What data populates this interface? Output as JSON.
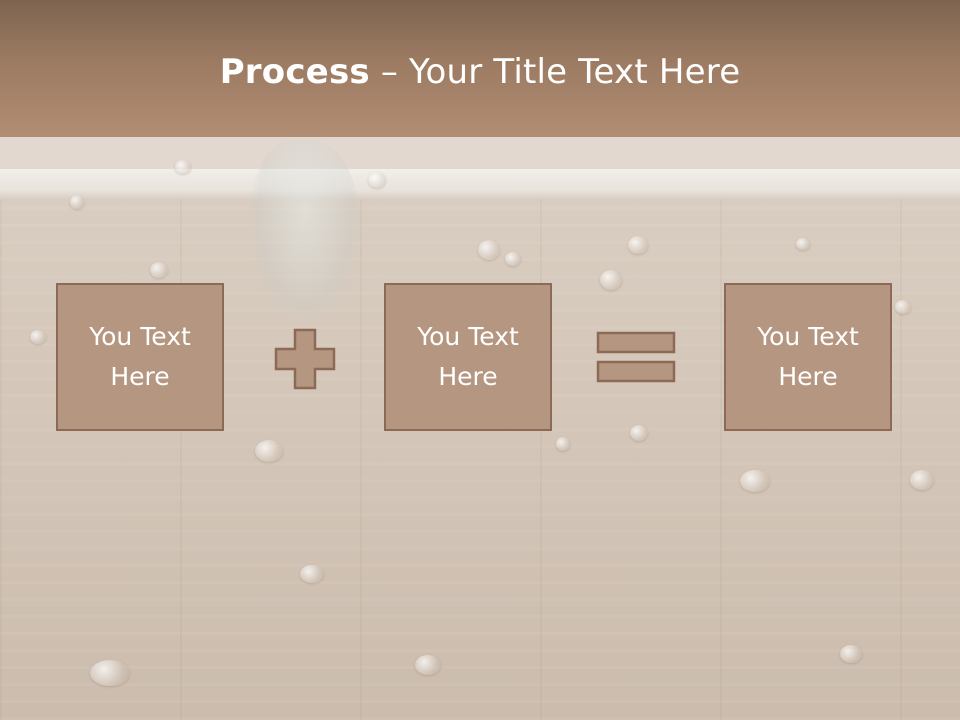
{
  "slide": {
    "title_bold": "Process",
    "title_rest": " – Your Title Text Here"
  },
  "process": {
    "box1_text": "You Text\nHere",
    "box2_text": "You Text\nHere",
    "box3_text": "You Text\nHere",
    "operator1": "plus-icon",
    "operator2": "equals-icon"
  },
  "colors": {
    "header": "#9c7b62",
    "box_fill": "#b59681",
    "box_border": "#8c6a55",
    "operator_fill": "#b59681",
    "text": "#ffffff"
  }
}
